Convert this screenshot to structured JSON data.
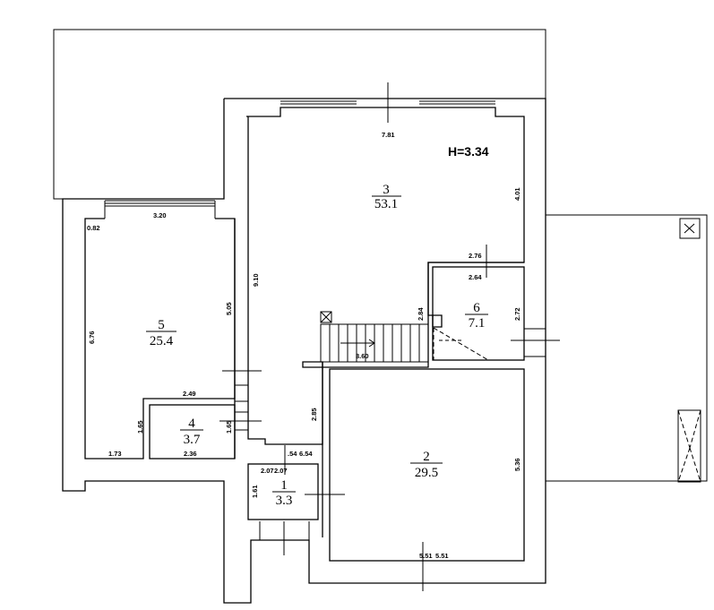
{
  "ceiling_height": "H=3.34",
  "rooms": [
    {
      "number": "1",
      "area": "3.3"
    },
    {
      "number": "2",
      "area": "29.5"
    },
    {
      "number": "3",
      "area": "53.1"
    },
    {
      "number": "4",
      "area": "3.7"
    },
    {
      "number": "5",
      "area": "25.4"
    },
    {
      "number": "6",
      "area": "7.1"
    }
  ],
  "dimensions": {
    "room3_top": "7.81",
    "room3_right": "4.01",
    "room3_left": "9.10",
    "room3_step": "2.76",
    "room3_step2": "2.64",
    "room3_stair_side": "2.84",
    "room3_stair": "3.60",
    "room3_bottom_left": "2.85",
    "room5_top": "3.20",
    "room5_corner": "0.82",
    "room5_left": "6.76",
    "room5_right": "5.05",
    "room5_bottom": "1.73",
    "room5_lower": "1.65",
    "room4_top": "2.49",
    "room4_left": "1.65",
    "room4_bottom": "2.36",
    "room1_top_a": "2.07",
    "room1_top_b": "2.07",
    "room1_top_c": ".54",
    "room1_top_d": "6.54",
    "room1_left": "1.61",
    "room6_right": "2.72",
    "room2_right": "5.36",
    "room2_bottom_a": "5.51",
    "room2_bottom_b": "5.51"
  }
}
